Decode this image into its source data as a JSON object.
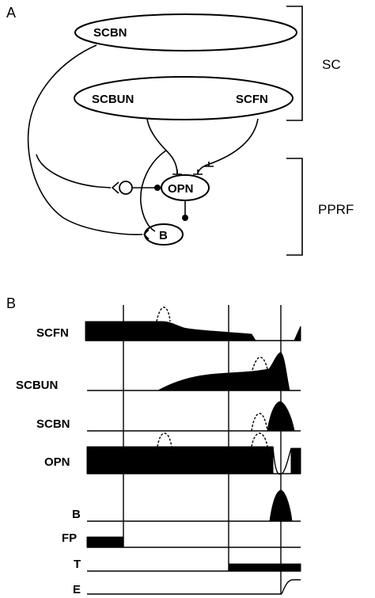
{
  "panels": {
    "a": {
      "letter": "A"
    },
    "b": {
      "letter": "B"
    }
  },
  "nodes": {
    "scbn": "SCBN",
    "scbun": "SCBUN",
    "scfn": "SCFN",
    "opn": "OPN",
    "b": "B"
  },
  "regions": {
    "sc": "SC",
    "pprf": "PPRF"
  },
  "traces": {
    "scfn": "SCFN",
    "scbun": "SCBUN",
    "scbn": "SCBN",
    "opn": "OPN",
    "b": "B",
    "fp": "FP",
    "t": "T",
    "e": "E"
  },
  "colors": {
    "ink": "#000000",
    "paper": "#ffffff"
  }
}
